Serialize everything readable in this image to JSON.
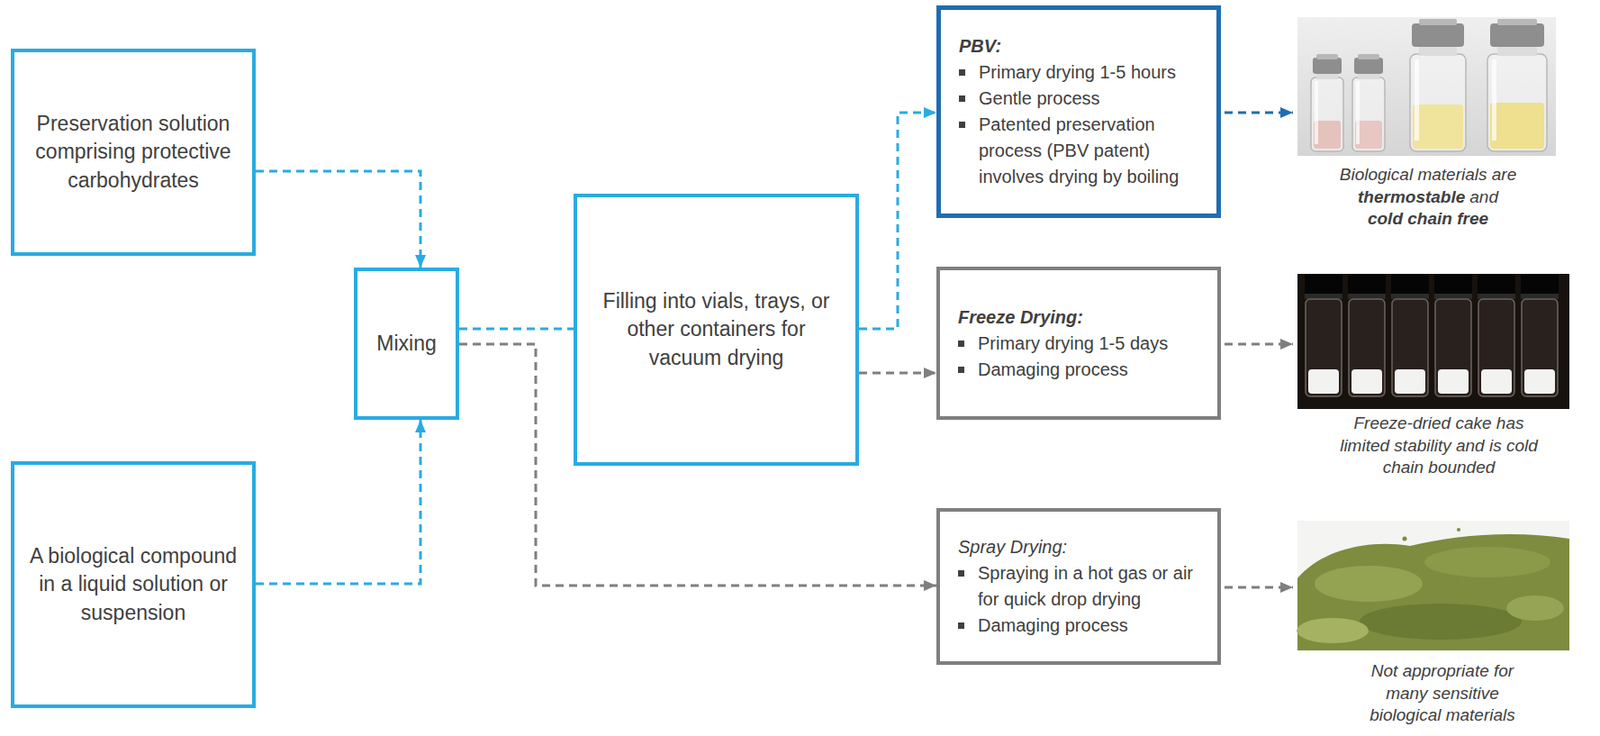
{
  "diagram": {
    "nodes": [
      {
        "text": [
          "Preservation solution comprising protective carbohydrates"
        ]
      },
      {
        "text": [
          "A biological compound in a liquid solution or suspension"
        ]
      },
      {
        "text": [
          "Mixing"
        ]
      },
      {
        "text": [
          "Filling into vials, trays, or other containers for vacuum drying"
        ]
      },
      {
        "text": [
          "PBV:",
          "Primary drying 1-5 hours",
          "Gentle process",
          "Patented preservation process (PBV patent) involves drying by boiling"
        ]
      },
      {
        "text": [
          "Freeze Drying:",
          "Primary drying 1-5 days",
          "Damaging process"
        ]
      },
      {
        "text": [
          "Spray Drying:",
          "Spraying in a hot gas or air for quick drop drying",
          "Damaging process"
        ]
      }
    ],
    "edges": [
      {
        "from": 0,
        "to": 2,
        "arrow": "to"
      },
      {
        "from": 1,
        "to": 2,
        "arrow": "to"
      },
      {
        "from": 2,
        "to": 3,
        "arrow": "none"
      },
      {
        "from": 3,
        "to": 4,
        "arrow": "to"
      },
      {
        "from": 3,
        "to": 5,
        "arrow": "to"
      },
      {
        "from": 2,
        "to": 6,
        "arrow": "to"
      }
    ],
    "labels": [
      "Biological materials are",
      "thermostable",
      "and",
      "cold chain free",
      "Freeze-dried cake has limited stability and is cold chain bounded",
      "Not appropriate for many sensitive biological materials"
    ]
  }
}
